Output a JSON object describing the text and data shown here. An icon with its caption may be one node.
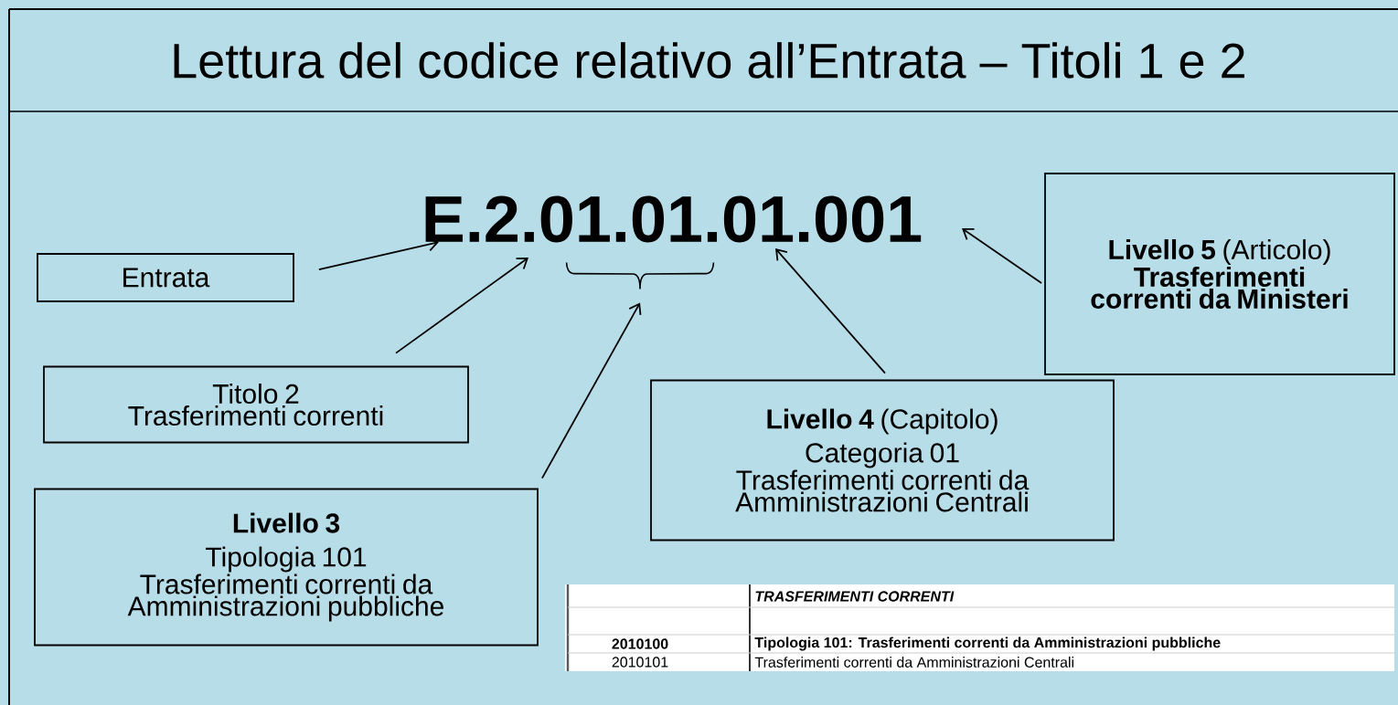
{
  "diagram": {
    "title": "Lettura del codice relativo all’Entrata – Titoli 1 e 2",
    "nodes": [
      {
        "text": [
          "E.2.01.01.01.001"
        ]
      },
      {
        "text": [
          "Entrata"
        ]
      },
      {
        "text": [
          "Titolo 2",
          "Trasferimenti correnti"
        ]
      },
      {
        "text": [
          "Livello 3",
          "Tipologia 101",
          "Trasferimenti correnti da Amministrazioni pubbliche"
        ]
      },
      {
        "text": [
          "**Livello 4** (Capitolo)",
          "Categoria 01",
          "Trasferimenti correnti da Amministrazioni Centrali"
        ]
      },
      {
        "text": [
          "**Livello 5** (Articolo)",
          "Trasferimenti correnti da Ministeri"
        ]
      },
      {
        "text": [],
        "shape": "bracket"
      }
    ],
    "edges": [
      {
        "from": 1,
        "to": 0,
        "arrow": "to"
      },
      {
        "from": 2,
        "to": 0,
        "arrow": "to"
      },
      {
        "from": 3,
        "to": 6,
        "arrow": "to"
      },
      {
        "from": 4,
        "to": 0,
        "arrow": "to"
      },
      {
        "from": 5,
        "to": 0,
        "arrow": "to"
      }
    ],
    "labels": [
      "TRASFERIMENTI CORRENTI",
      "2010100",
      "Tipologia 101: Trasferimenti correnti da Amministrazioni pubbliche",
      "2010101",
      "Trasferimenti correnti da Amministrazioni Centrali"
    ]
  }
}
